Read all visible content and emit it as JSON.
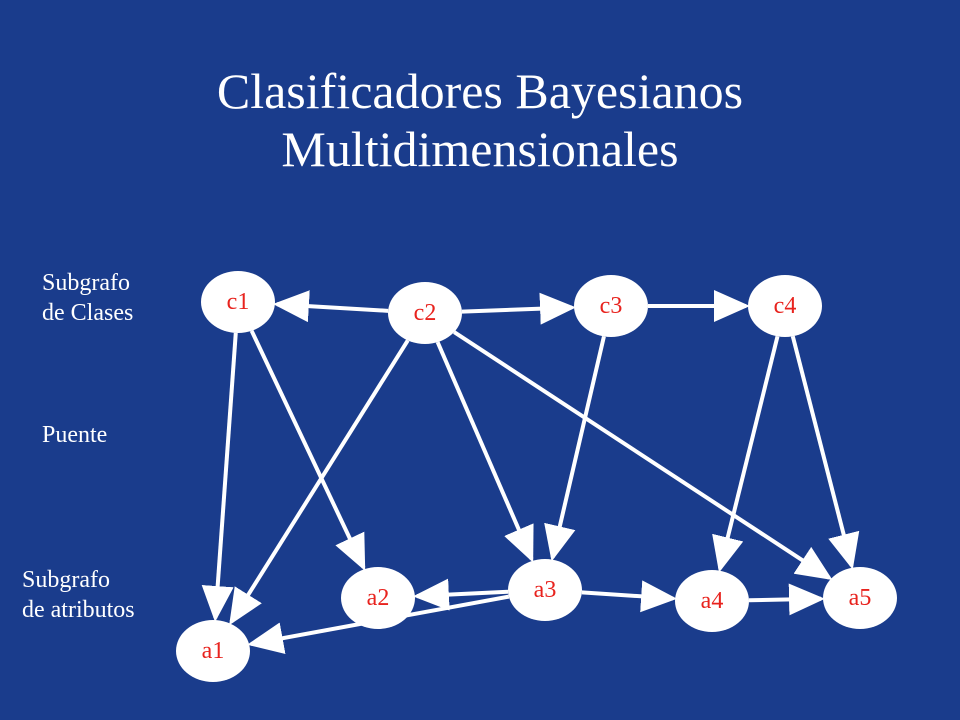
{
  "title": {
    "line1": "Clasificadores Bayesianos",
    "line2": "Multidimensionales"
  },
  "labels": {
    "class_subgraph": [
      "Subgrafo",
      "de Clases"
    ],
    "bridge": "Puente",
    "attribute_subgraph": [
      "Subgrafo",
      "de atributos"
    ]
  },
  "colors": {
    "background": "#1a3c8c",
    "node_fill": "#ffffff",
    "node_text": "#e8231e",
    "edge": "#ffffff",
    "text": "#ffffff"
  },
  "nodes": [
    {
      "id": "c1",
      "label": "c1"
    },
    {
      "id": "c2",
      "label": "c2"
    },
    {
      "id": "c3",
      "label": "c3"
    },
    {
      "id": "c4",
      "label": "c4"
    },
    {
      "id": "a1",
      "label": "a1"
    },
    {
      "id": "a2",
      "label": "a2"
    },
    {
      "id": "a3",
      "label": "a3"
    },
    {
      "id": "a4",
      "label": "a4"
    },
    {
      "id": "a5",
      "label": "a5"
    }
  ],
  "edges": [
    {
      "from": "c2",
      "to": "c1"
    },
    {
      "from": "c2",
      "to": "c3"
    },
    {
      "from": "c3",
      "to": "c4"
    },
    {
      "from": "c1",
      "to": "a1"
    },
    {
      "from": "c1",
      "to": "a2"
    },
    {
      "from": "c2",
      "to": "a1"
    },
    {
      "from": "c2",
      "to": "a3"
    },
    {
      "from": "c2",
      "to": "a5"
    },
    {
      "from": "c3",
      "to": "a3"
    },
    {
      "from": "c4",
      "to": "a4"
    },
    {
      "from": "c4",
      "to": "a5"
    },
    {
      "from": "a3",
      "to": "a2"
    },
    {
      "from": "a3",
      "to": "a4"
    },
    {
      "from": "a3",
      "to": "a1"
    },
    {
      "from": "a4",
      "to": "a5"
    }
  ]
}
